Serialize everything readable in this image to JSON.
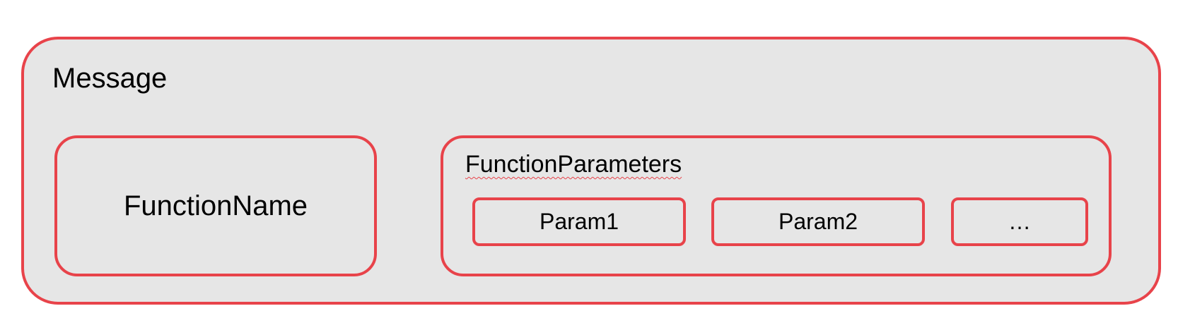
{
  "diagram": {
    "message": {
      "label": "Message"
    },
    "function_name": {
      "label": "FunctionName"
    },
    "function_parameters": {
      "label": "FunctionParameters",
      "params": [
        {
          "label": "Param1"
        },
        {
          "label": "Param2"
        },
        {
          "label": "…"
        }
      ]
    }
  },
  "colors": {
    "border": "#e8434a",
    "fill": "#e6e6e6",
    "text": "#000000"
  }
}
